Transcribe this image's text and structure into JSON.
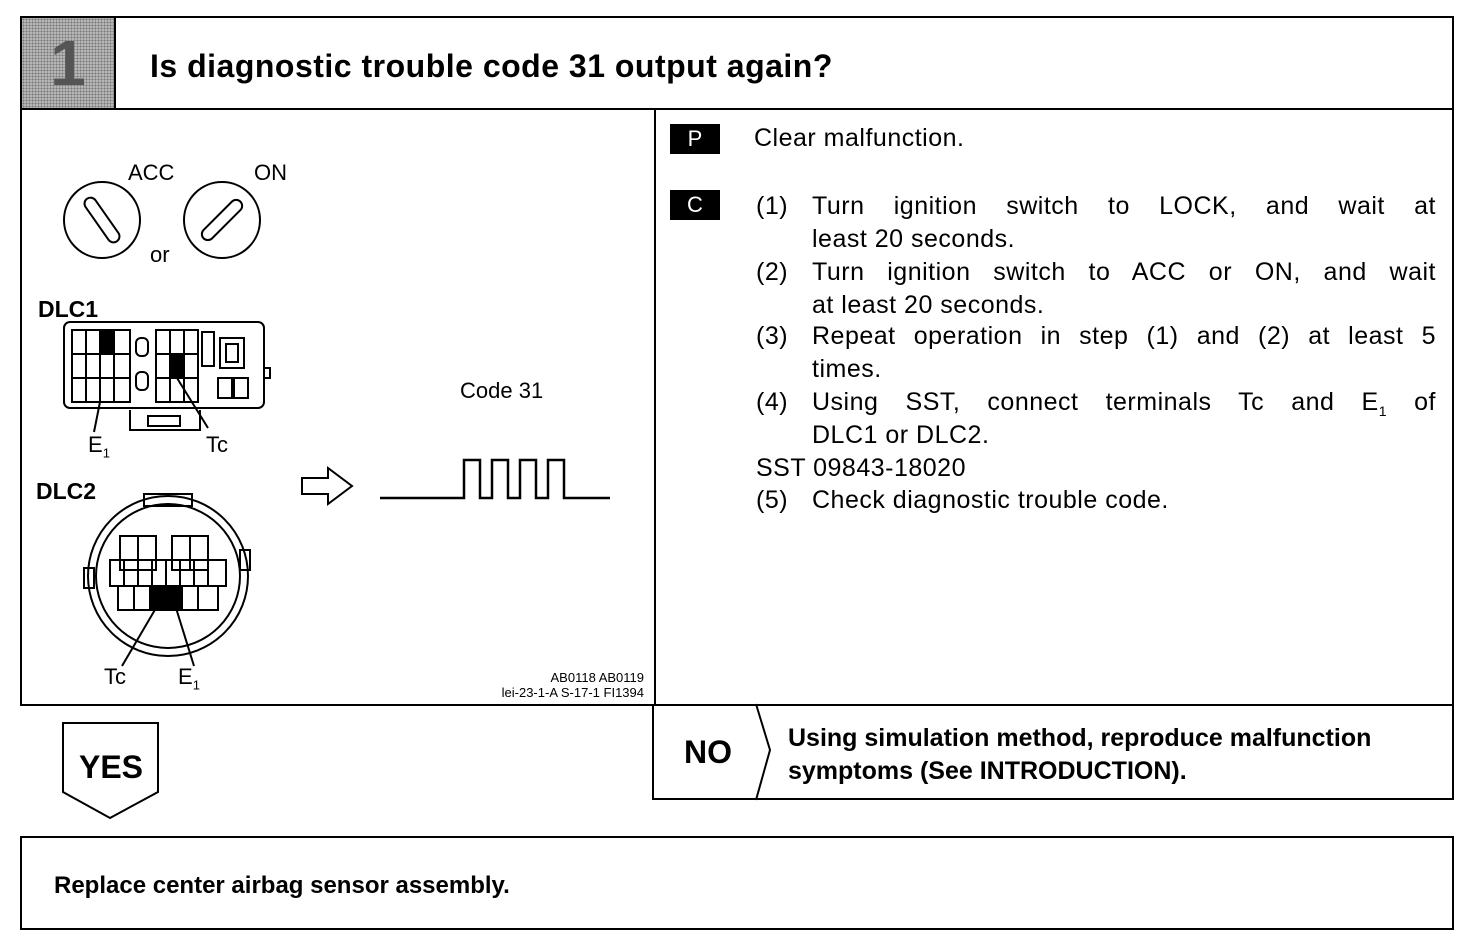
{
  "step": {
    "number": "1",
    "question": "Is diagnostic trouble code 31 output again?"
  },
  "figure": {
    "acc_label": "ACC",
    "on_label": "ON",
    "or_label": "or",
    "dlc1_label": "DLC1",
    "dlc2_label": "DLC2",
    "dlc1_e1": "E",
    "dlc1_e1_sub": "1",
    "dlc1_tc": "Tc",
    "dlc2_tc": "Tc",
    "dlc2_e1": "E",
    "dlc2_e1_sub": "1",
    "code_label": "Code 31",
    "ref_line1": "AB0118 AB0119",
    "ref_line2": "lei-23-1-A S-17-1 FI1394"
  },
  "procedure": {
    "p_badge": "P",
    "p_text": "Clear malfunction.",
    "c_badge": "C",
    "steps": [
      {
        "num": "(1)",
        "line1": "Turn ignition switch to LOCK, and wait at",
        "line2": "least 20 seconds."
      },
      {
        "num": "(2)",
        "line1": "Turn ignition switch to ACC or ON, and wait",
        "line2": "at least 20 seconds."
      },
      {
        "num": "(3)",
        "line1": "Repeat operation in step (1) and (2) at least 5",
        "line2": "times."
      },
      {
        "num": "(4)",
        "line1": "Using SST, connect terminals Tc and E",
        "line1_sub": "1",
        "line1_end": " of",
        "line2": "DLC1 or DLC2."
      }
    ],
    "sst": "SST 09843-18020",
    "step5": {
      "num": "(5)",
      "line1": "Check diagnostic trouble code."
    }
  },
  "yes_label": "YES",
  "no_label": "NO",
  "no_text_line1": "Using simulation method, reproduce malfunction",
  "no_text_line2": "symptoms (See INTRODUCTION).",
  "result": "Replace center airbag sensor assembly."
}
